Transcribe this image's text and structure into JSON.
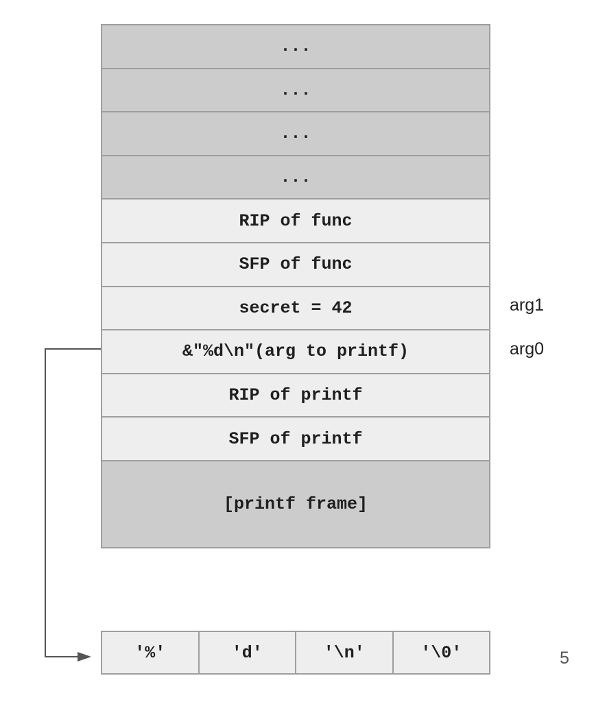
{
  "stack": {
    "rows": [
      {
        "text": "...",
        "shade": "dark"
      },
      {
        "text": "...",
        "shade": "dark"
      },
      {
        "text": "...",
        "shade": "dark"
      },
      {
        "text": "...",
        "shade": "dark"
      },
      {
        "text": "RIP of func",
        "shade": "light"
      },
      {
        "text": "SFP of func",
        "shade": "light"
      },
      {
        "text": "secret = 42",
        "shade": "light"
      },
      {
        "text": "&\"%d\\n\"(arg to printf)",
        "shade": "light"
      },
      {
        "text": "RIP of printf",
        "shade": "light"
      },
      {
        "text": "SFP of printf",
        "shade": "light"
      }
    ],
    "frame_label": "[printf frame]"
  },
  "side_labels": {
    "arg1": "arg1",
    "arg0": "arg0"
  },
  "string_cells": [
    "'%'",
    "'d'",
    "'\\n'",
    "'\\0'"
  ],
  "page_number": "5",
  "colors": {
    "dark_cell": "#cccccc",
    "light_cell": "#eeeeee",
    "border": "#9e9e9e",
    "arrow": "#555555"
  }
}
